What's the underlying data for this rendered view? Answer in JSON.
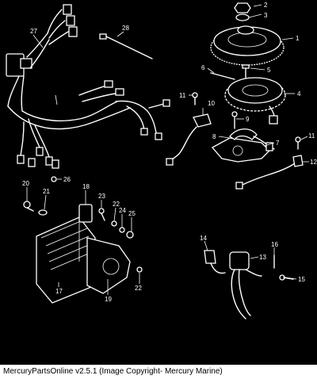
{
  "callouts": {
    "p1": "1",
    "p2": "2",
    "p3": "3",
    "p4": "4",
    "p5": "5",
    "p6": "6",
    "p7": "7",
    "p8": "8",
    "p9": "9",
    "p10": "10",
    "p11a": "11",
    "p11b": "11",
    "p12": "12",
    "p13": "13",
    "p14": "14",
    "p15": "15",
    "p16": "16",
    "p17": "17",
    "p18": "18",
    "p19": "19",
    "p20": "20",
    "p21": "21",
    "p22a": "22",
    "p22b": "22",
    "p23": "23",
    "p24": "24",
    "p25": "25",
    "p26": "26",
    "p27": "27",
    "p28": "28"
  },
  "caption": "MercuryPartsOnline v2.5.1 (Image Copyright- Mercury Marine)"
}
